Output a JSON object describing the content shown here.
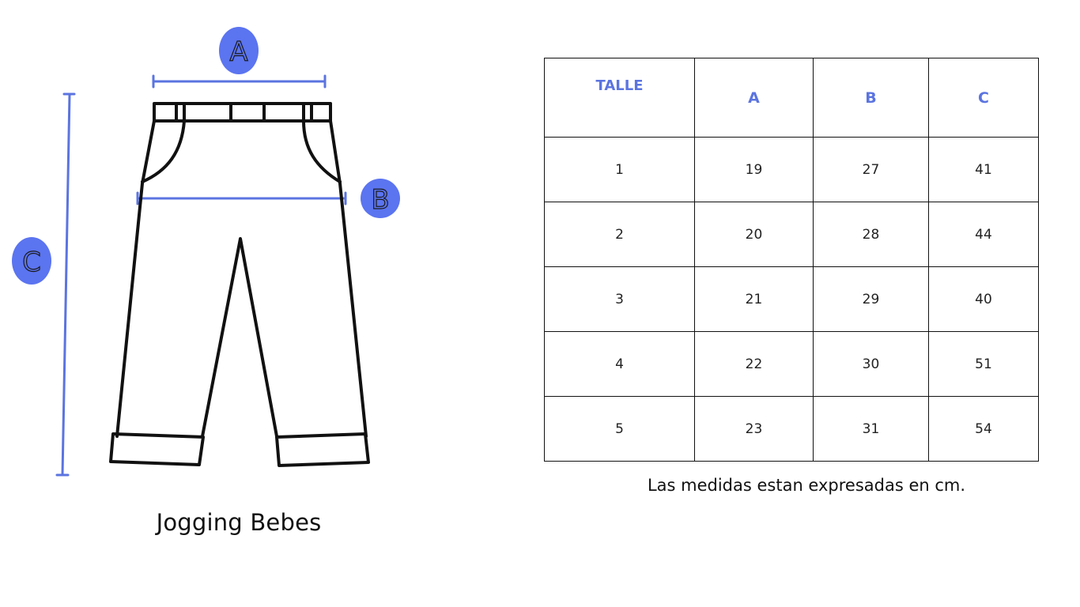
{
  "product": {
    "name": "Jogging Bebes"
  },
  "diagram": {
    "accent_color": "#5b74e0",
    "badge_color": "#5b74f0",
    "outline_color": "#111111",
    "labels": {
      "a": "A",
      "b": "B",
      "c": "C"
    }
  },
  "table": {
    "headers": [
      "TALLE",
      "A",
      "B",
      "C"
    ],
    "rows": [
      [
        "1",
        "19",
        "27",
        "41"
      ],
      [
        "2",
        "20",
        "28",
        "44"
      ],
      [
        "3",
        "21",
        "29",
        "40"
      ],
      [
        "4",
        "22",
        "30",
        "51"
      ],
      [
        "5",
        "23",
        "31",
        "54"
      ]
    ]
  },
  "note": "Las medidas estan expresadas en cm."
}
